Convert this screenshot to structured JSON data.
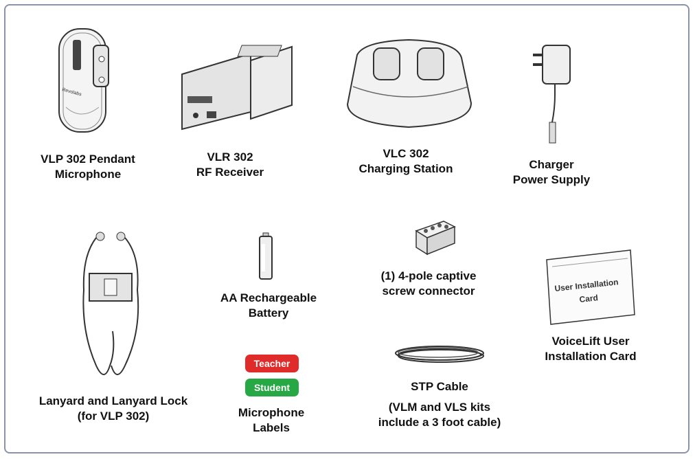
{
  "items": {
    "pendant": {
      "line1": "VLP 302 Pendant",
      "line2": "Microphone",
      "brand": "Revolabs"
    },
    "receiver": {
      "line1": "VLR 302",
      "line2": "RF Receiver"
    },
    "charging": {
      "line1": "VLC 302",
      "line2": "Charging Station"
    },
    "charger": {
      "line1": "Charger",
      "line2": "Power Supply"
    },
    "lanyard": {
      "line1": "Lanyard and Lanyard Lock",
      "line2": "(for VLP 302)"
    },
    "battery": {
      "line1": "AA Rechargeable",
      "line2": "Battery"
    },
    "connector": {
      "line1": "(1) 4-pole captive",
      "line2": "screw connector"
    },
    "card": {
      "line1": "VoiceLift User",
      "line2": "Installation Card",
      "card_text_1": "User Installation",
      "card_text_2": "Card"
    },
    "labels": {
      "teacher": "Teacher",
      "student": "Student",
      "line1": "Microphone",
      "line2": "Labels"
    },
    "cable": {
      "line1": "STP Cable",
      "line2": "(VLM and VLS kits",
      "line3": "include a 3 foot cable)"
    }
  },
  "colors": {
    "teacher": "#e02b2b",
    "student": "#27a844",
    "frame": "#8a93a8"
  }
}
